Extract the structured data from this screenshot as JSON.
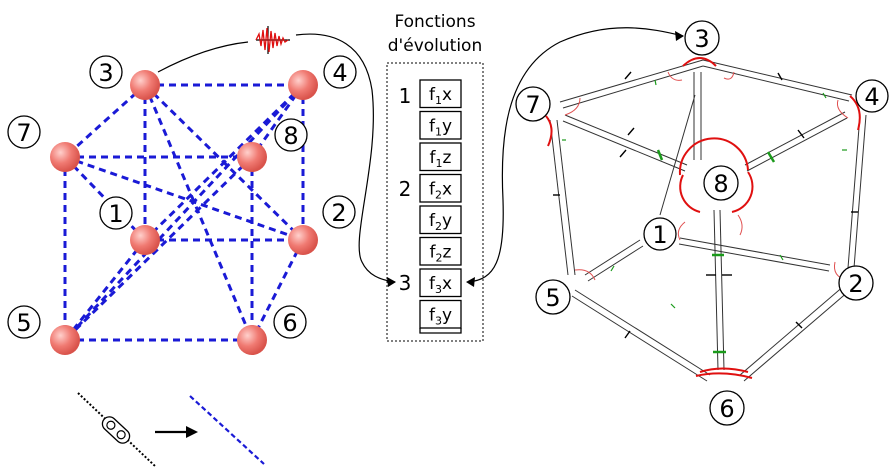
{
  "title_lines": [
    "Fonctions",
    "d'évolution"
  ],
  "table": {
    "rows": [
      {
        "base": "f",
        "sub": "1",
        "axis": "x"
      },
      {
        "base": "f",
        "sub": "1",
        "axis": "y"
      },
      {
        "base": "f",
        "sub": "1",
        "axis": "z"
      },
      {
        "base": "f",
        "sub": "2",
        "axis": "x"
      },
      {
        "base": "f",
        "sub": "2",
        "axis": "y"
      },
      {
        "base": "f",
        "sub": "2",
        "axis": "z"
      },
      {
        "base": "f",
        "sub": "3",
        "axis": "x"
      },
      {
        "base": "f",
        "sub": "3",
        "axis": "y"
      }
    ],
    "group_labels": [
      "1",
      "2",
      "3"
    ]
  },
  "left_nodes": [
    "1",
    "2",
    "3",
    "4",
    "5",
    "6",
    "7",
    "8"
  ],
  "right_nodes": [
    "1",
    "2",
    "3",
    "4",
    "5",
    "6",
    "7",
    "8"
  ],
  "colors": {
    "mass": "#f07a72",
    "dashed_link": "#1a1ad6",
    "spring_red": "#e01010",
    "spring_green": "#1a9a1a"
  }
}
